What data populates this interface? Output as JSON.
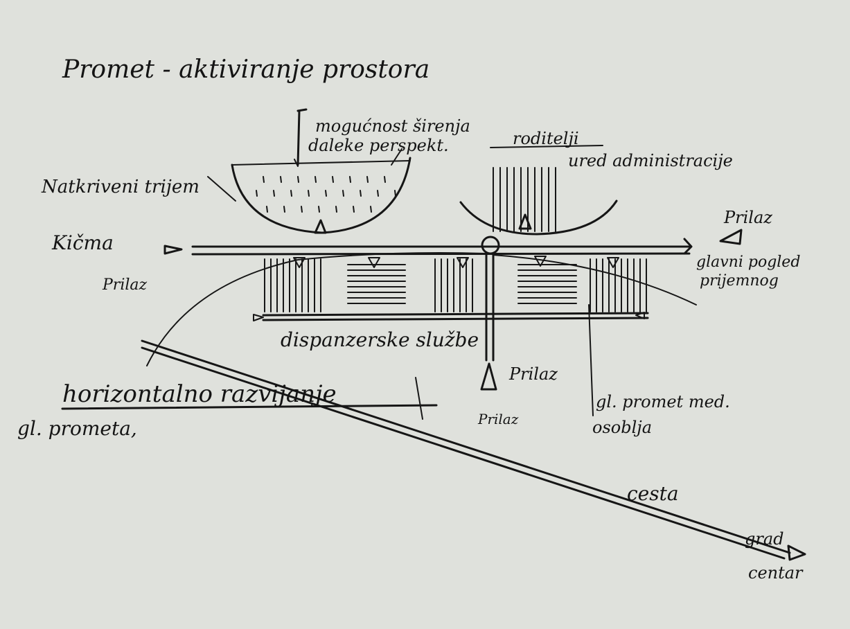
{
  "title": "Promet - aktiviranje prostora",
  "labels": {
    "expansion_line1": "mogućnost širenja",
    "expansion_line2": "daleke perspekt.",
    "parents": "roditelji",
    "administration": "ured administracije",
    "covered_porch": "Natkriveni trijem",
    "spine": "Kičma",
    "access_left": "Prilaz",
    "access_right": "Prilaz",
    "main_view_line1": "glavni pogled",
    "main_view_line2": "prijemnog",
    "dispensary": "dispanzerske službe",
    "access_center": "Prilaz",
    "access_bottom": "Prilaz",
    "horizontal_line1": "horizontalno razvijanje",
    "horizontal_line2": "gl. prometa,",
    "staff_traffic_line1": "gl. promet med.",
    "staff_traffic_line2": "osoblja",
    "road": "cesta",
    "city_line1": "grad",
    "city_line2": "centar"
  },
  "colors": {
    "paper": "#dfe1dc",
    "ink": "#161616"
  }
}
